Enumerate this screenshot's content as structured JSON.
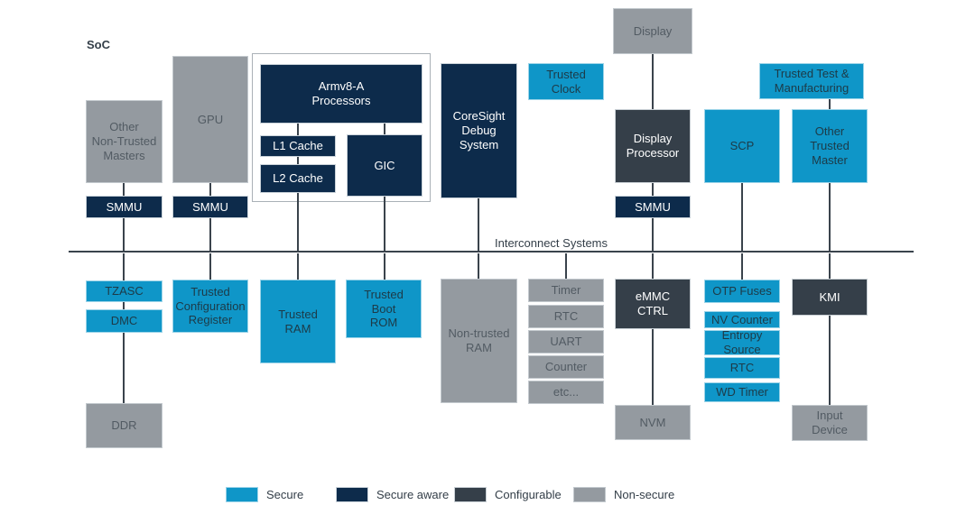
{
  "soc_label": "SoC",
  "interconnect_label": "Interconnect Systems",
  "palette": {
    "secure": "#0f96c8",
    "secure_aware": "#0d2b4b",
    "configurable": "#353f49",
    "non_secure": "#949aa0",
    "line": "#3a434c",
    "text_dark": "#333e48",
    "text_on_gray": "#525b63",
    "text_on_secure": "#1d3a47",
    "container_border": "#aab1b7"
  },
  "nodes": {
    "other_non_trusted_masters": {
      "label": "Other\nNon-Trusted\nMasters",
      "type": "non-secure"
    },
    "smmu_masters": {
      "label": "SMMU",
      "type": "secure-aware"
    },
    "gpu": {
      "label": "GPU",
      "type": "non-secure"
    },
    "smmu_gpu": {
      "label": "SMMU",
      "type": "secure-aware"
    },
    "armv8_processors": {
      "label": "Armv8-A\nProcessors",
      "type": "secure-aware"
    },
    "l1_cache": {
      "label": "L1 Cache",
      "type": "secure-aware"
    },
    "l2_cache": {
      "label": "L2 Cache",
      "type": "secure-aware"
    },
    "gic": {
      "label": "GIC",
      "type": "secure-aware"
    },
    "coresight": {
      "label": "CoreSight\nDebug\nSystem",
      "type": "secure-aware"
    },
    "trusted_clock": {
      "label": "Trusted\nClock",
      "type": "secure"
    },
    "display": {
      "label": "Display",
      "type": "non-secure"
    },
    "display_processor": {
      "label": "Display\nProcessor",
      "type": "configurable"
    },
    "smmu_display": {
      "label": "SMMU",
      "type": "secure-aware"
    },
    "scp": {
      "label": "SCP",
      "type": "secure"
    },
    "trusted_test_manufacturing": {
      "label": "Trusted Test &\nManufacturing",
      "type": "secure"
    },
    "other_trusted_master": {
      "label": "Other\nTrusted\nMaster",
      "type": "secure"
    },
    "tzasc": {
      "label": "TZASC",
      "type": "secure"
    },
    "dmc": {
      "label": "DMC",
      "type": "secure"
    },
    "ddr": {
      "label": "DDR",
      "type": "non-secure"
    },
    "trusted_config_register": {
      "label": "Trusted\nConfiguration\nRegister",
      "type": "secure"
    },
    "trusted_ram": {
      "label": "Trusted\nRAM",
      "type": "secure"
    },
    "trusted_boot_rom": {
      "label": "Trusted\nBoot\nROM",
      "type": "secure"
    },
    "non_trusted_ram": {
      "label": "Non-trusted\nRAM",
      "type": "non-secure"
    },
    "timer": {
      "label": "Timer",
      "type": "non-secure"
    },
    "rtc_peripheral": {
      "label": "RTC",
      "type": "non-secure"
    },
    "uart": {
      "label": "UART",
      "type": "non-secure"
    },
    "counter": {
      "label": "Counter",
      "type": "non-secure"
    },
    "etc": {
      "label": "etc...",
      "type": "non-secure"
    },
    "emmc_ctrl": {
      "label": "eMMC\nCTRL",
      "type": "configurable"
    },
    "nvm": {
      "label": "NVM",
      "type": "non-secure"
    },
    "otp_fuses": {
      "label": "OTP Fuses",
      "type": "secure"
    },
    "nv_counter": {
      "label": "NV Counter",
      "type": "secure"
    },
    "entropy_source": {
      "label": "Entropy\nSource",
      "type": "secure"
    },
    "rtc_secure": {
      "label": "RTC",
      "type": "secure"
    },
    "wd_timer": {
      "label": "WD Timer",
      "type": "secure"
    },
    "kmi": {
      "label": "KMI",
      "type": "configurable"
    },
    "input_device": {
      "label": "Input\nDevice",
      "type": "non-secure"
    }
  },
  "legend": [
    {
      "label": "Secure",
      "type": "secure"
    },
    {
      "label": "Secure aware",
      "type": "secure-aware"
    },
    {
      "label": "Configurable",
      "type": "configurable"
    },
    {
      "label": "Non-secure",
      "type": "non-secure"
    }
  ]
}
